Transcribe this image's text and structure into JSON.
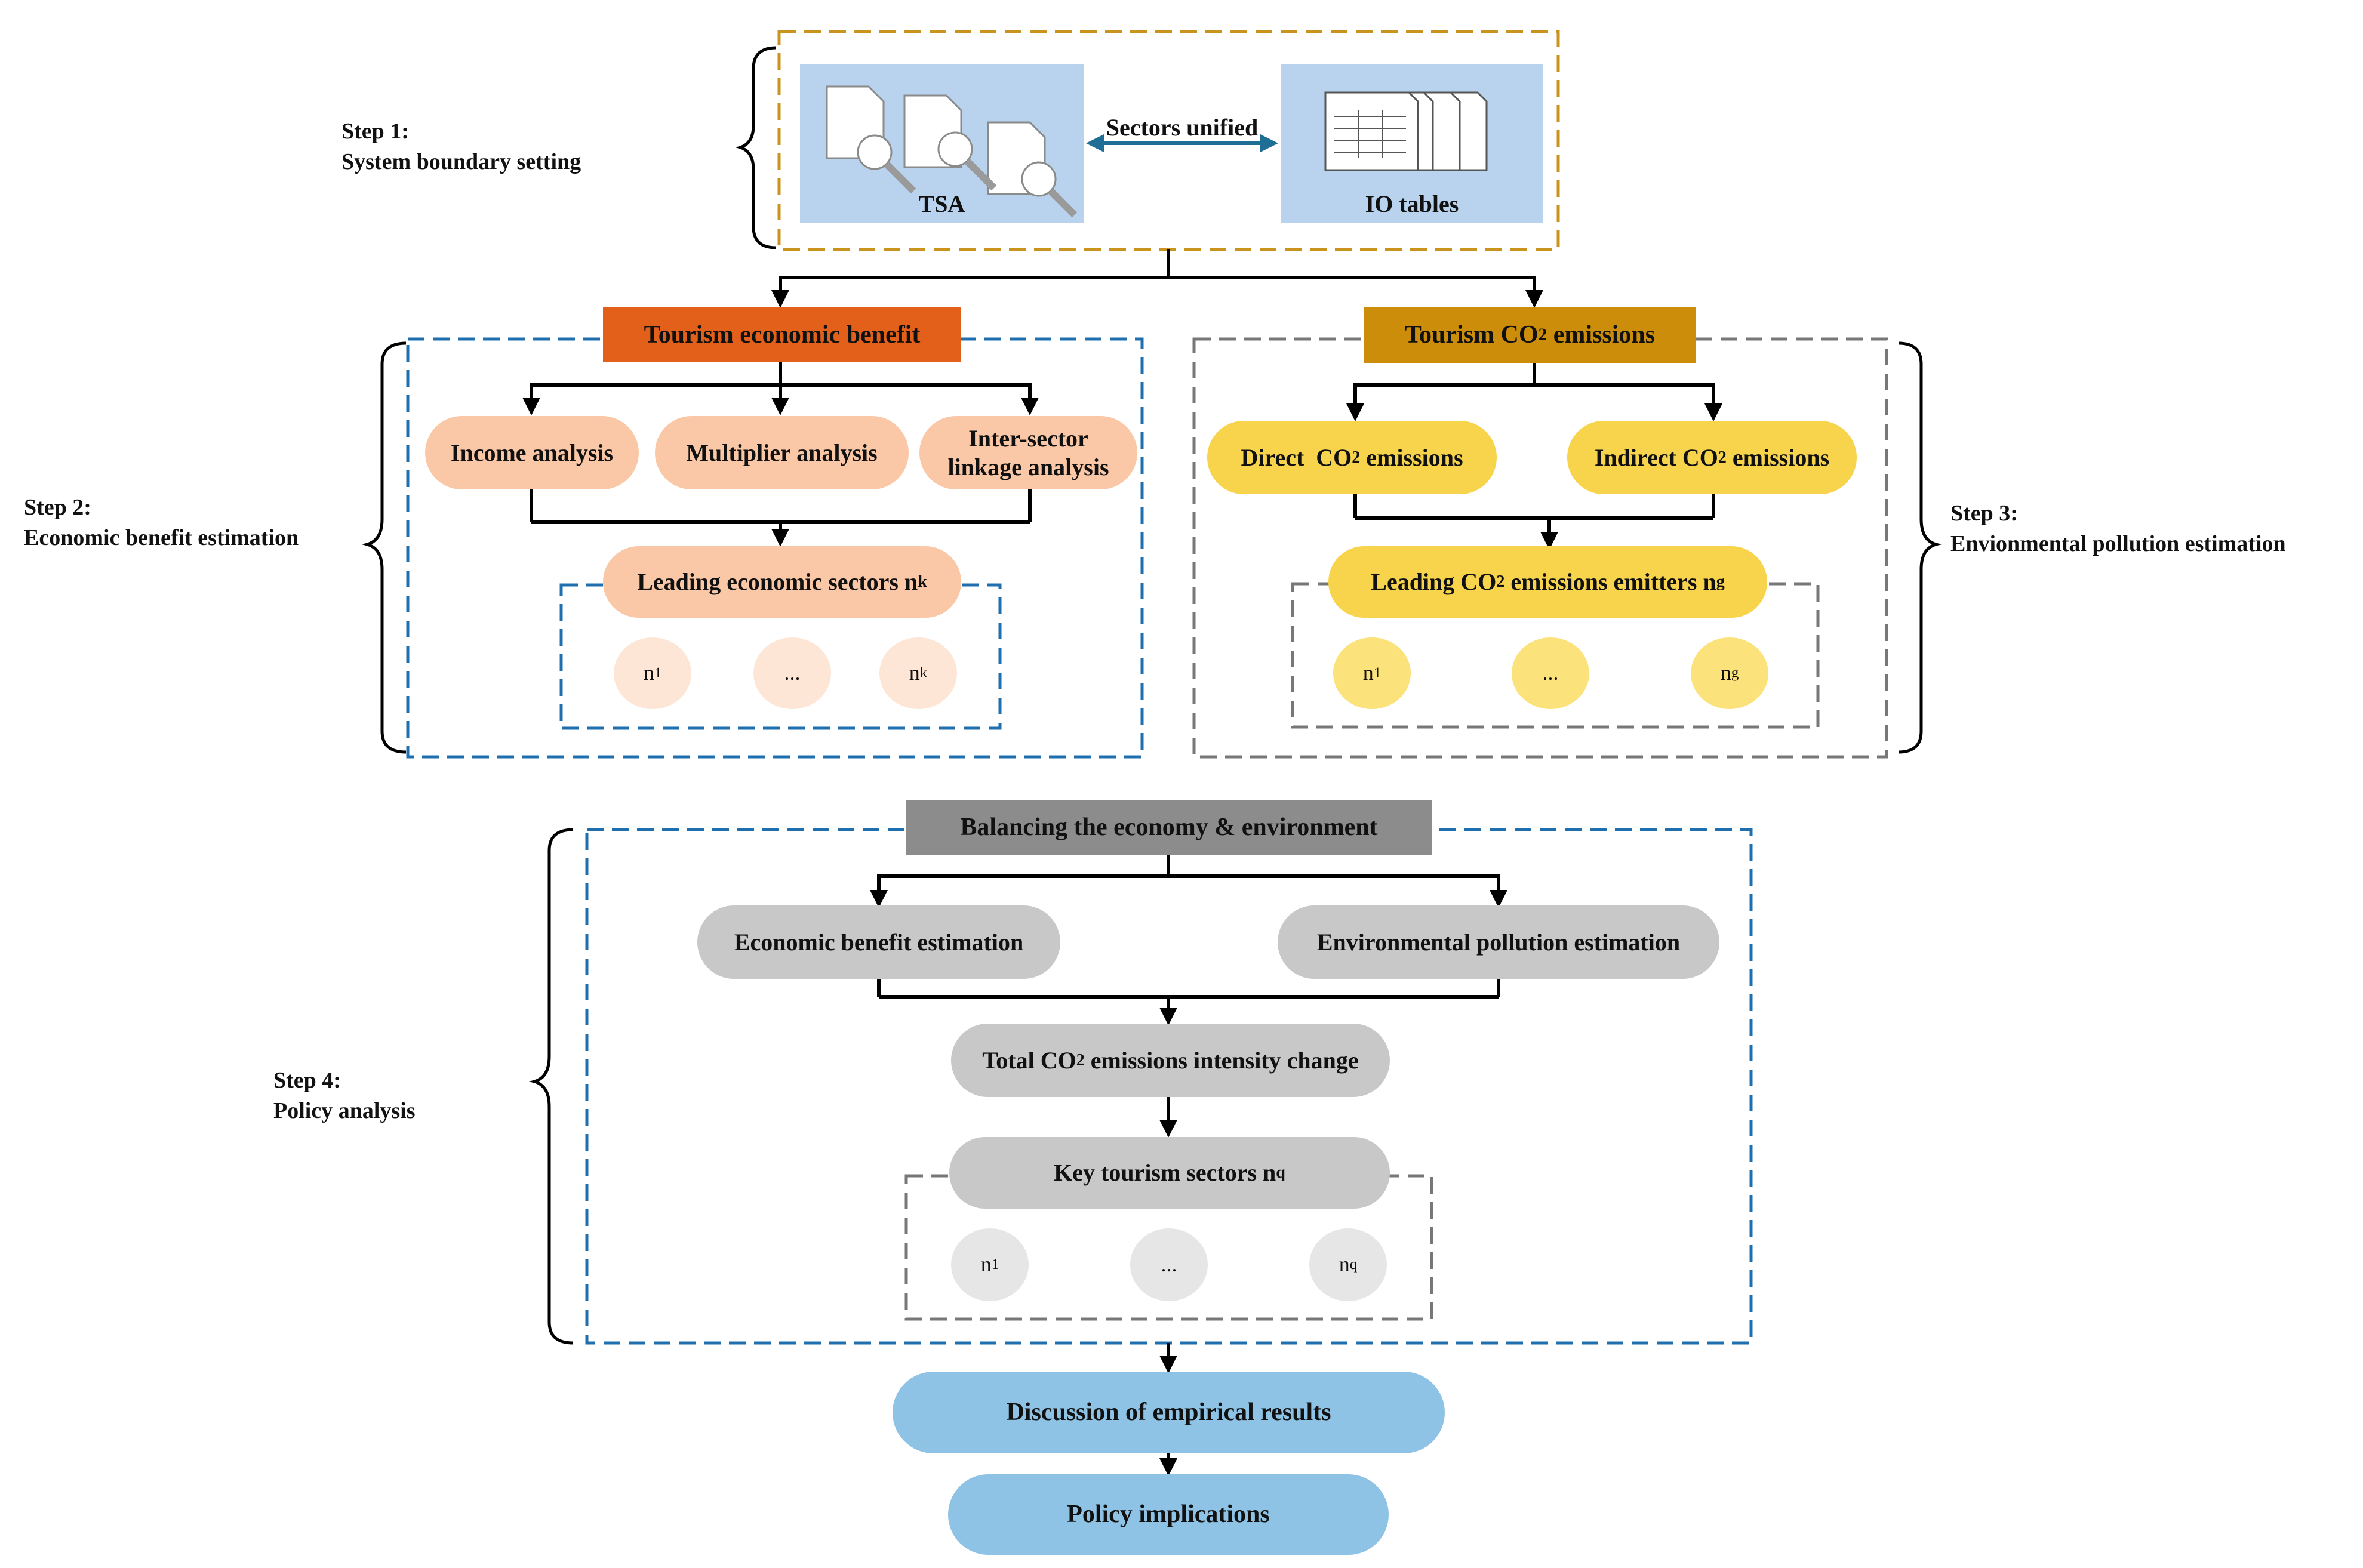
{
  "colors": {
    "orange_dashed": "#C9941E",
    "blue_dashed": "#1F6FAF",
    "gray_dashed": "#777777",
    "light_blue_panel": "#B9D3EE",
    "economic_header": "#E2601A",
    "co2_header": "#CC8E0A",
    "economic_pill": "#FAC8A6",
    "economic_circle": "#FDE6D6",
    "co2_pill": "#F8D44C",
    "co2_circle": "#FBE27A",
    "gray_header": "#8C8C8C",
    "gray_pill": "#C8C8C8",
    "gray_circle": "#E6E6E6",
    "result_pill": "#8EC3E5",
    "arrow_teal": "#1F6E96"
  },
  "step1": {
    "label_line1": "Step 1:",
    "label_line2": "System boundary setting",
    "tsa_label": "TSA",
    "io_label": "IO tables",
    "connector_label": "Sectors unified",
    "tsa_icon": "document-search-icon",
    "io_icon": "table-stack-icon"
  },
  "step2": {
    "label_line1": "Step 2:",
    "label_line2": "Economic benefit estimation",
    "header": "Tourism economic benefit",
    "income": "Income analysis",
    "multiplier": "Multiplier analysis",
    "intersector_line1": "Inter-sector",
    "intersector_line2": "linkage analysis",
    "leading_prefix": "Leading economic sectors n",
    "leading_sub": "k",
    "circles": [
      {
        "main": "n",
        "sub": "1"
      },
      {
        "main": "...",
        "sub": ""
      },
      {
        "main": "n",
        "sub": "k"
      }
    ]
  },
  "step3": {
    "label_line1": "Step 3:",
    "label_line2": "Envionmental pollution estimation",
    "header_prefix": "Tourism CO",
    "header_sub": "2",
    "header_suffix": " emissions",
    "direct_prefix": "Direct  CO",
    "direct_sub": "2",
    "direct_suffix": " emissions",
    "indirect_prefix": "Indirect CO",
    "indirect_sub": "2",
    "indirect_suffix": " emissions",
    "leading_prefix": "Leading CO",
    "leading_sub": "2",
    "leading_middle": " emissions emitters n",
    "leading_sub2": "g",
    "circles": [
      {
        "main": "n",
        "sub": "1"
      },
      {
        "main": "...",
        "sub": ""
      },
      {
        "main": "n",
        "sub": "g"
      }
    ]
  },
  "step4": {
    "label_line1": "Step 4:",
    "label_line2": "Policy analysis",
    "header": "Balancing the economy & environment",
    "econ": "Economic benefit estimation",
    "env": "Environmental pollution estimation",
    "total_prefix": "Total CO",
    "total_sub": "2",
    "total_suffix": " emissions intensity change",
    "key_prefix": "Key tourism sectors n",
    "key_sub": "q",
    "circles": [
      {
        "main": "n",
        "sub": "1"
      },
      {
        "main": "...",
        "sub": ""
      },
      {
        "main": "n",
        "sub": "q"
      }
    ]
  },
  "results": {
    "discussion": "Discussion of empirical results",
    "policy": "Policy implications"
  }
}
